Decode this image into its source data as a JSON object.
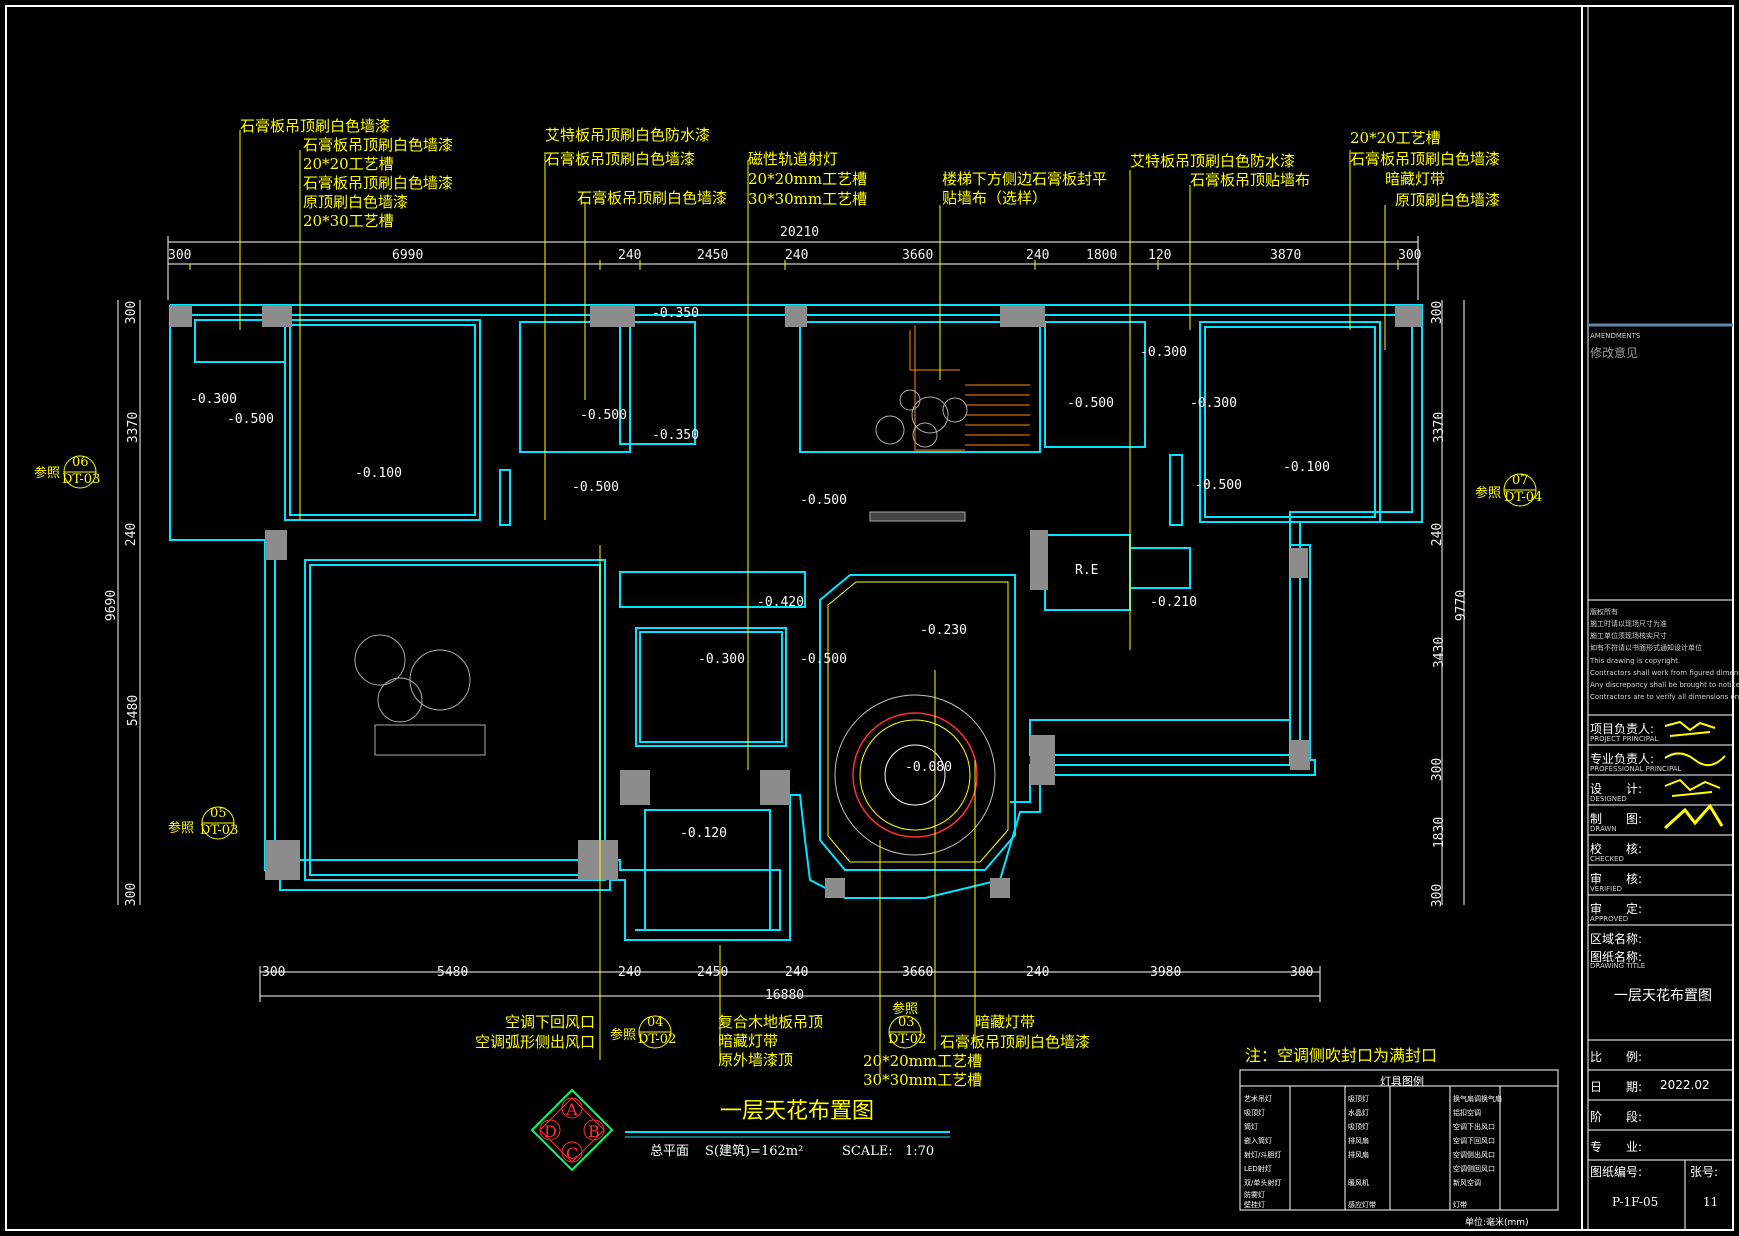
{
  "drawing": {
    "title": "一层天花布置图",
    "area_label": "总平面",
    "area_value": "S(建筑)=162m²",
    "scale_label": "SCALE:",
    "scale_value": "1:70",
    "compass": [
      "A",
      "B",
      "C",
      "D"
    ]
  },
  "note": "注：空调侧吹封口为满封口",
  "unit_note": "单位:毫米(mm)",
  "annotations_top_left": [
    "石膏板吊顶刷白色墙漆",
    "石膏板吊顶刷白色墙漆",
    "20*20工艺槽",
    "石膏板吊顶刷白色墙漆",
    "原顶刷白色墙漆",
    "20*30工艺槽"
  ],
  "annotations_top_mid": [
    "艾特板吊顶刷白色防水漆",
    "石膏板吊顶刷白色墙漆",
    "石膏板吊顶刷白色墙漆"
  ],
  "annotations_top_mid2": [
    "磁性轨道射灯",
    "20*20mm工艺槽",
    "30*30mm工艺槽"
  ],
  "annotations_top_stair": [
    "楼梯下方侧边石膏板封平",
    "贴墙布（选样）"
  ],
  "annotations_top_right1": [
    "艾特板吊顶刷白色防水漆",
    "石膏板吊顶贴墙布"
  ],
  "annotations_top_right2": [
    "20*20工艺槽",
    "石膏板吊顶刷白色墙漆",
    "暗藏灯带",
    "原顶刷白色墙漆"
  ],
  "annotations_bottom_left": [
    "空调下回风口",
    "空调弧形侧出风口"
  ],
  "annotations_bottom_mid": [
    "复合木地板吊顶",
    "暗藏灯带",
    "原外墙漆顶"
  ],
  "annotations_bottom_right": [
    "暗藏灯带",
    "石膏板吊顶刷白色墙漆"
  ],
  "annotations_bottom_right2": [
    "20*20mm工艺槽",
    "30*30mm工艺槽"
  ],
  "dims_top_total": "20210",
  "dims_top": [
    "300",
    "6990",
    "240",
    "2450",
    "240",
    "3660",
    "240",
    "1800",
    "120",
    "3870",
    "300"
  ],
  "dims_bottom_total": "16880",
  "dims_bottom": [
    "300",
    "5480",
    "240",
    "2450",
    "240",
    "3660",
    "240",
    "3980",
    "300"
  ],
  "dims_left": [
    "300",
    "3370",
    "240",
    "9690",
    "5480",
    "300"
  ],
  "dims_right": [
    "300",
    "3370",
    "240",
    "9770",
    "3430",
    "300",
    "1830",
    "300"
  ],
  "levels": [
    "-0.300",
    "-0.500",
    "-0.100",
    "-0.500",
    "-0.500",
    "-0.350",
    "-0.350",
    "-0.500",
    "-0.300",
    "-0.500",
    "-0.300",
    "-0.500",
    "-0.100",
    "-0.420",
    "-0.300",
    "-0.500",
    "-0.230",
    "-0.210",
    "-0.080",
    "-0.120",
    "R.E"
  ],
  "refs": [
    {
      "label": "参照",
      "num": "06",
      "code": "DT-03"
    },
    {
      "label": "参照",
      "num": "07",
      "code": "DT-04"
    },
    {
      "label": "参照",
      "num": "05",
      "code": "DT-03"
    },
    {
      "label": "参照",
      "num": "04",
      "code": "DT-02"
    },
    {
      "label": "参照",
      "num": "03",
      "code": "DT-02"
    }
  ],
  "legend": {
    "title": "灯具图例",
    "col1": [
      "艺术吊灯",
      "吸顶灯",
      "筒灯",
      "嵌入筒灯",
      "射灯/斗胆灯",
      "LED射灯",
      "双/单头射灯",
      "防雾灯",
      "壁挂灯"
    ],
    "col2": [
      "吸顶灯",
      "水晶灯",
      "吸顶灯",
      "排风扇",
      "排风扇",
      "",
      "暖风机",
      "",
      "感应灯带"
    ],
    "col3": [
      "换气扇调换气扇",
      "铝扣空调",
      "空调下出风口",
      "空调下回风口",
      "空调侧出风口",
      "空调侧回风口",
      "新风空调",
      "",
      "灯带"
    ]
  },
  "titleblock": {
    "amend_en": "AMENDMENTS",
    "amend": "修改意见",
    "copyright": [
      "版权所有",
      "施工时请以现场尺寸为准",
      "施工单位须现场核实尺寸",
      "如有不符请以书面形式通知设计单位",
      "This drawing is copyright.",
      "Contractors shall work from figured dimensions only.",
      "Any discrepancy shall be brought to notice.",
      "Contractors are to verify all dimensions on site."
    ],
    "fields": [
      {
        "label": "项目负责人:",
        "sub": "PROJECT PRINCIPAL"
      },
      {
        "label": "专业负责人:",
        "sub": "PROFESSIONAL PRINCIPAL"
      },
      {
        "label": "设　　计:",
        "sub": "DESIGNED"
      },
      {
        "label": "制　　图:",
        "sub": "DRAWN"
      },
      {
        "label": "校　　核:",
        "sub": "CHECKED"
      },
      {
        "label": "审　　核:",
        "sub": "VERIFIED"
      },
      {
        "label": "审　　定:",
        "sub": "APPROVED"
      }
    ],
    "area_name": "区域名称:",
    "drawing_name_label": "图纸名称:",
    "drawing_name_sub": "DRAWING TITLE",
    "drawing_name": "一层天花布置图",
    "scale_label": "比　　例:",
    "date_label": "日　　期:",
    "date_value": "2022.02",
    "stage_label": "阶　　段:",
    "major_label": "专　　业:",
    "drawing_no_label": "图纸编号:",
    "drawing_no": "P-1F-05",
    "sheet_no_label": "张号:",
    "sheet_no": "11"
  },
  "colors": {
    "background": "#000000",
    "wall": "#00ffff",
    "text": "#ffff00",
    "dim": "#ffffff",
    "accent": "#ff3030",
    "grey": "#9a9a9a"
  }
}
